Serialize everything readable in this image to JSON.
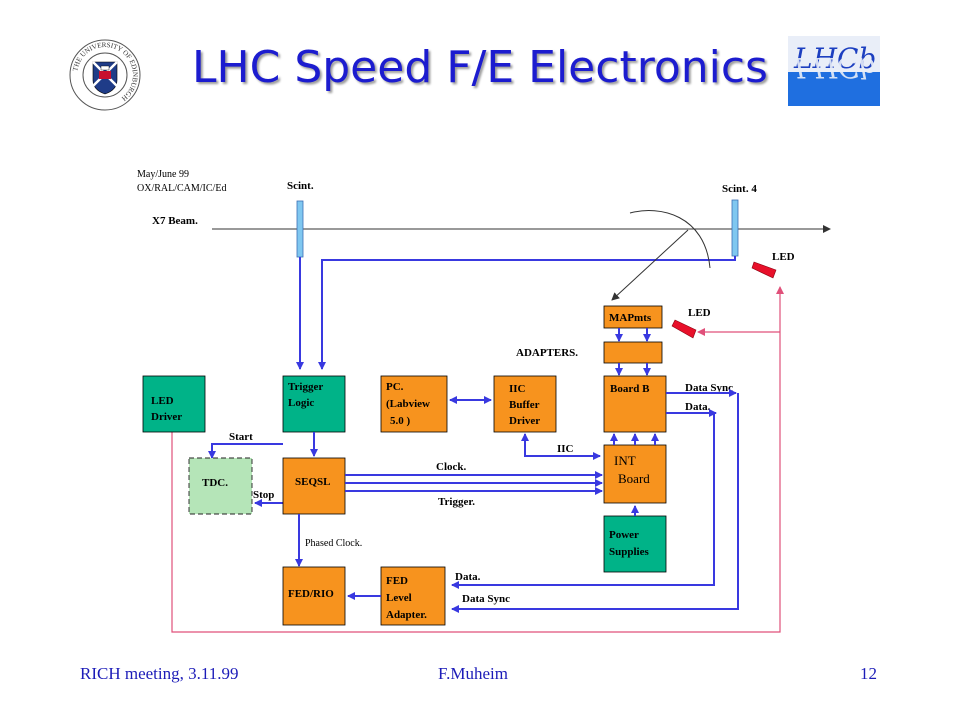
{
  "slide": {
    "title": "LHC Speed F/E Electronics",
    "logo_left_text": "THE UNIVERSITY OF EDINBURGH",
    "logo_right_text": "LHCb"
  },
  "diagram": {
    "date": "May/June 99",
    "groups": "OX/RAL/CAM/IC/Ed",
    "beam": "X7 Beam.",
    "scint": "Scint.",
    "scint4": "Scint. 4",
    "led_top": "LED",
    "led_mid": "LED",
    "mapmts": "MAPmts",
    "adapters": "ADAPTERS.",
    "boardb": "Board B",
    "data_sync_r": "Data Sync",
    "data_r": "Data.",
    "led_driver_1": "LED",
    "led_driver_2": "Driver",
    "trigger_logic_1": "Trigger",
    "trigger_logic_2": "Logic",
    "pc_1": "PC.",
    "pc_2": "(Labview",
    "pc_3": "5.0 )",
    "iic_1": "IIC",
    "iic_2": "Buffer",
    "iic_3": "Driver",
    "iic_label": "IIC",
    "start": "Start",
    "stop": "Stop",
    "tdc": "TDC.",
    "seqsl": "SEQSL",
    "clock": "Clock.",
    "trigger": "Trigger.",
    "int_1": "INT",
    "int_2": "Board",
    "power_1": "Power",
    "power_2": "Supplies",
    "phased_clock": "Phased Clock.",
    "fedrio": "FED/RIO",
    "fed_1": "FED",
    "fed_2": "Level",
    "fed_3": "Adapter.",
    "data_b": "Data.",
    "data_sync_b": "Data Sync"
  },
  "footer": {
    "left": "RICH meeting, 3.11.99",
    "center": "F.Muheim",
    "right": "12"
  }
}
